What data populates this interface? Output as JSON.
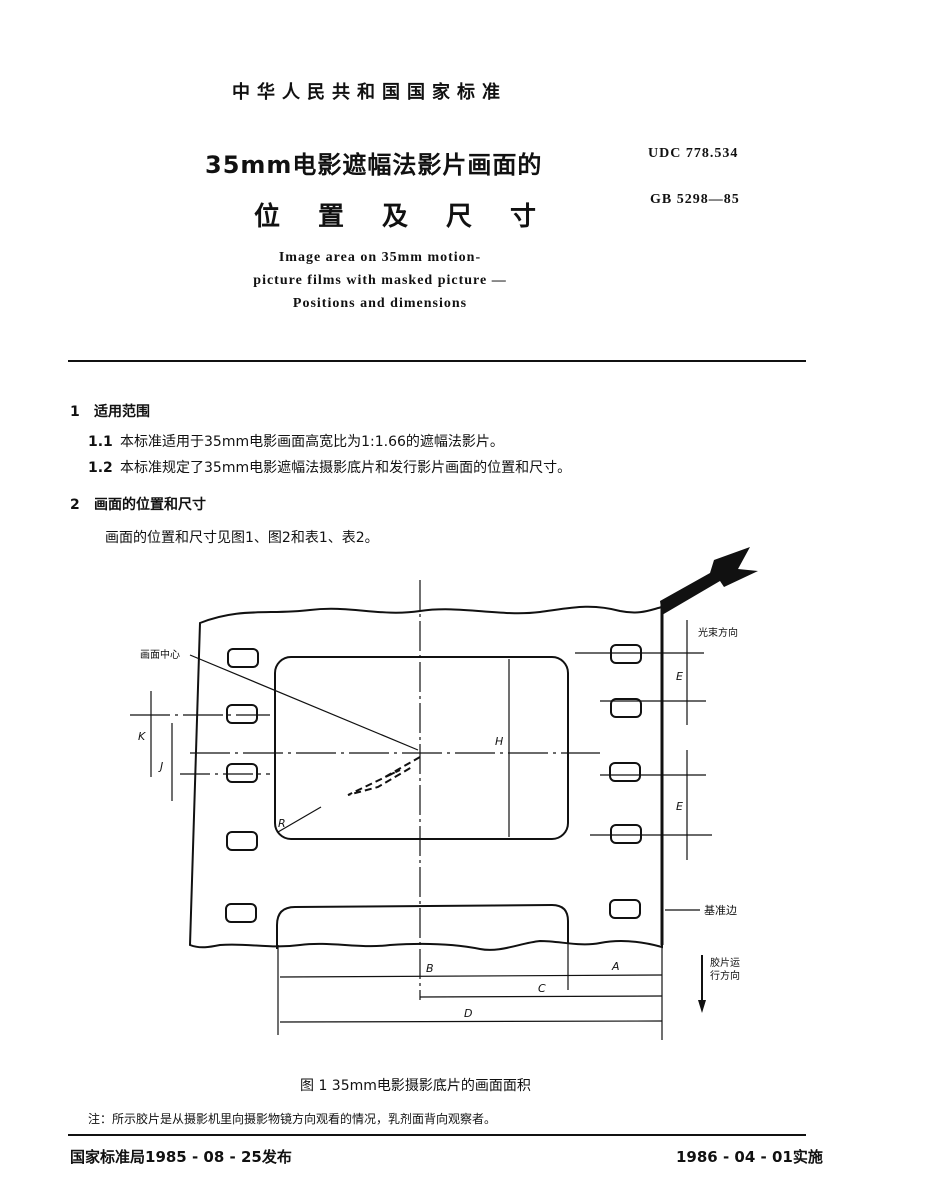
{
  "header": {
    "standard_body": "中华人民共和国国家标准",
    "title_line1": "35mm电影遮幅法影片画面的",
    "title_line2": "位置及尺寸",
    "udc": "UDC  778.534",
    "gb_number": "GB 5298—85",
    "english_title": [
      "Image area on  35mm motion-",
      "picture films with masked picture —",
      "Positions and dimensions"
    ]
  },
  "sections": [
    {
      "number": "1",
      "title": "适用范围",
      "clauses": [
        {
          "number": "1.1",
          "text": "本标准适用于35mm电影画面高宽比为1:1.66的遮幅法影片。"
        },
        {
          "number": "1.2",
          "text": "本标准规定了35mm电影遮幅法摄影底片和发行影片画面的位置和尺寸。"
        }
      ]
    },
    {
      "number": "2",
      "title": "画面的位置和尺寸",
      "body": "画面的位置和尺寸见图1、图2和表1、表2。"
    }
  ],
  "figure": {
    "labels": {
      "picture_center": "画面中心",
      "light_direction": "光束方向",
      "reference_edge": "基准边",
      "film_travel_line1": "胶片运",
      "film_travel_line2": "行方向",
      "dim_A": "A",
      "dim_B": "B",
      "dim_C": "C",
      "dim_D": "D",
      "dim_E": "E",
      "dim_H": "H",
      "dim_K": "K",
      "dim_J": "J",
      "dim_R": "R"
    },
    "caption": "图 1   35mm电影摄影底片的画面面积",
    "note": "注：所示胶片是从摄影机里向摄影物镜方向观看的情况，乳剂面背向观察者。"
  },
  "footer": {
    "issued": "国家标准局1985 - 08 - 25发布",
    "effective": "1986 - 04 - 01实施"
  }
}
